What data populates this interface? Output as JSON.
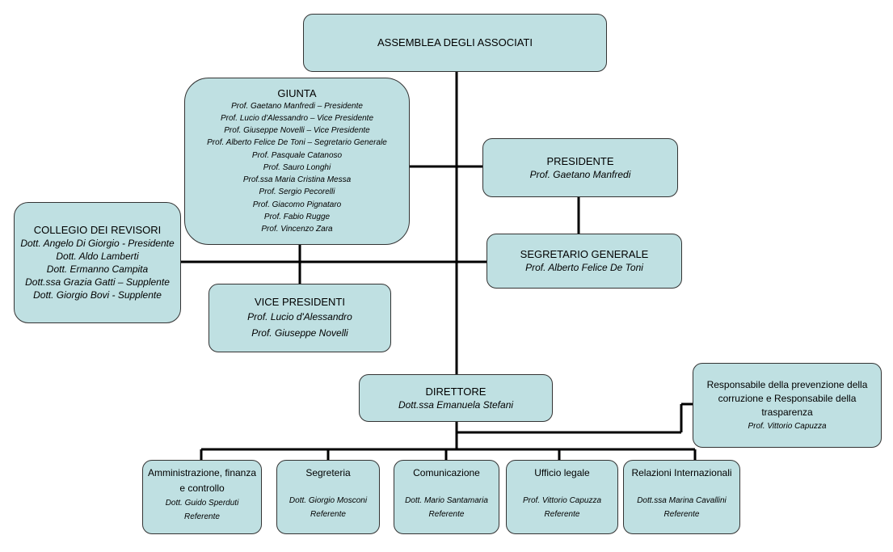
{
  "assemblea": {
    "title": "ASSEMBLEA DEGLI ASSOCIATI"
  },
  "giunta": {
    "title": "GIUNTA",
    "members": [
      "Prof. Gaetano Manfredi – Presidente",
      "Prof. Lucio d'Alessandro – Vice Presidente",
      "Prof. Giuseppe Novelli – Vice Presidente",
      "Prof. Alberto Felice De Toni – Segretario Generale",
      "Prof. Pasquale Catanoso",
      "Prof. Sauro Longhi",
      "Prof.ssa Maria Cristina Messa",
      "Prof. Sergio Pecorelli",
      "Prof. Giacomo Pignataro",
      "Prof. Fabio Rugge",
      "Prof. Vincenzo Zara"
    ]
  },
  "presidente": {
    "title": "PRESIDENTE",
    "name": "Prof. Gaetano Manfredi"
  },
  "segretario": {
    "title": "SEGRETARIO GENERALE",
    "name": "Prof. Alberto Felice De Toni"
  },
  "collegio": {
    "title": "COLLEGIO DEI REVISORI",
    "members": [
      "Dott. Angelo Di Giorgio - Presidente",
      "Dott. Aldo Lamberti",
      "Dott. Ermanno Campita",
      "Dott.ssa Grazia Gatti – Supplente",
      "Dott. Giorgio Bovi - Supplente"
    ]
  },
  "vice": {
    "title": "VICE PRESIDENTI",
    "members": [
      "Prof. Lucio d'Alessandro",
      "Prof. Giuseppe Novelli"
    ]
  },
  "direttore": {
    "title": "DIRETTORE",
    "name": "Dott.ssa Emanuela Stefani"
  },
  "responsabile": {
    "title_lines": [
      "Responsabile della prevenzione della",
      "corruzione e Responsabile della",
      "trasparenza"
    ],
    "name": "Prof. Vittorio Capuzza"
  },
  "offices": [
    {
      "title_lines": [
        "Amministrazione, finanza",
        "e controllo"
      ],
      "name": "Dott. Guido Sperduti",
      "role": "Referente"
    },
    {
      "title_lines": [
        "Segreteria"
      ],
      "name": "Dott. Giorgio Mosconi",
      "role": "Referente"
    },
    {
      "title_lines": [
        "Comunicazione"
      ],
      "name": "Dott. Mario Santamaria",
      "role": "Referente"
    },
    {
      "title_lines": [
        "Ufficio legale"
      ],
      "name": "Prof. Vittorio Capuzza",
      "role": "Referente"
    },
    {
      "title_lines": [
        "Relazioni Internazionali"
      ],
      "name": "Dott.ssa Marina Cavallini",
      "role": "Referente"
    }
  ]
}
